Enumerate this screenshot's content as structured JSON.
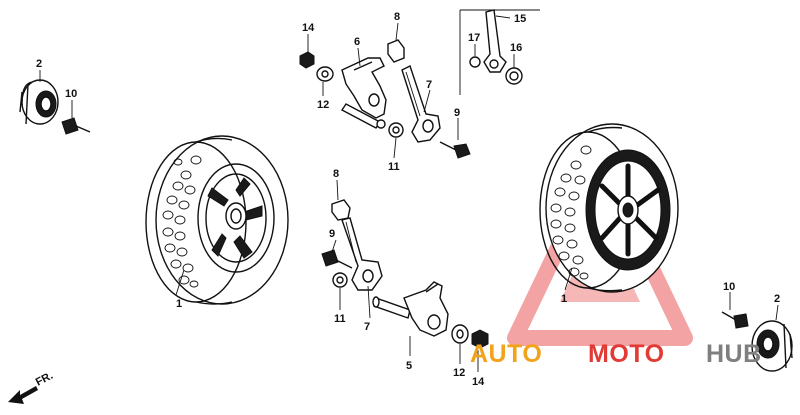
{
  "diagram": {
    "callouts": {
      "c1": "1",
      "c2": "2",
      "c3": "5",
      "c4": "6",
      "c5": "7",
      "c6": "7",
      "c7": "8",
      "c8": "8",
      "c9": "9",
      "c10": "9",
      "c11": "10",
      "c12": "10",
      "c13": "11",
      "c14": "11",
      "c15": "12",
      "c16": "12",
      "c17": "14",
      "c18": "14",
      "c19": "15",
      "c20": "16",
      "c21": "17",
      "c22": "1",
      "c23": "2"
    },
    "direction_label": "FR."
  },
  "watermark": {
    "part1": "AUTO",
    "part2": "MOTO",
    "part3": "HUB",
    "color_red": "#e23b36",
    "color_orange": "#f2a31b",
    "color_gray": "#7f7f7f"
  }
}
